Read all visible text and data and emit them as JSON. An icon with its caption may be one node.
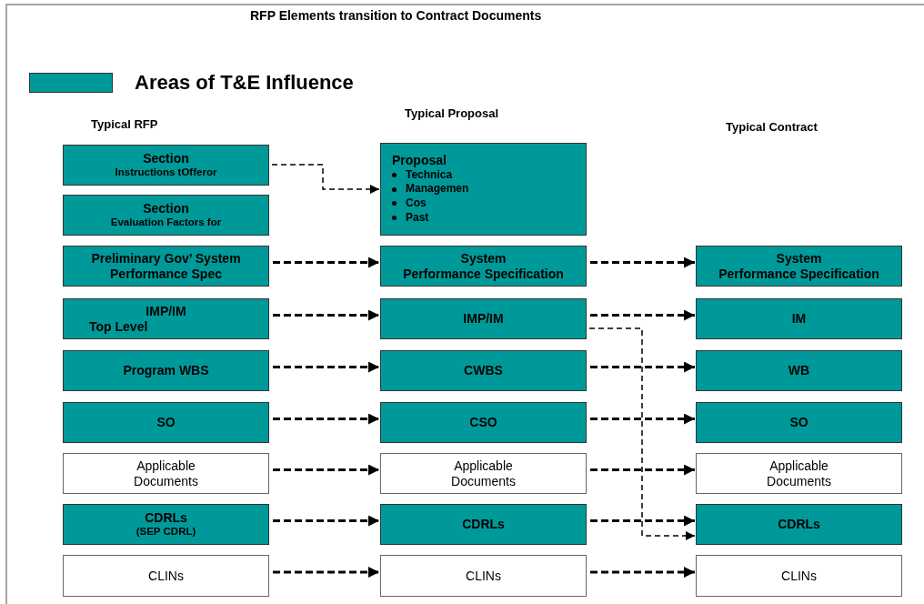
{
  "diagram": {
    "title": "RFP Elements transition to Contract Documents",
    "nodes": [
      {
        "text": [
          "Section",
          "Instructions tOfferor"
        ]
      },
      {
        "text": [
          "Section",
          "Evaluation Factors for"
        ]
      },
      {
        "text": [
          "Preliminary Gov’ System Performance Spec"
        ]
      },
      {
        "text": [
          "IMP/IM",
          "Top Level"
        ]
      },
      {
        "text": [
          "Program WBS"
        ]
      },
      {
        "text": [
          "SO"
        ]
      },
      {
        "text": [
          "Applicable Documents"
        ]
      },
      {
        "text": [
          "CDRLs",
          "(SEP CDRL)"
        ]
      },
      {
        "text": [
          "CLINs"
        ]
      },
      {
        "text": [
          "Proposal",
          "Technica",
          "Managemen",
          "Cos",
          "Past"
        ]
      },
      {
        "text": [
          "System",
          "Performance Specification"
        ]
      },
      {
        "text": [
          "IMP/IM"
        ]
      },
      {
        "text": [
          "CWBS"
        ]
      },
      {
        "text": [
          "CSO"
        ]
      },
      {
        "text": [
          "Applicable Documents"
        ]
      },
      {
        "text": [
          "CDRLs"
        ]
      },
      {
        "text": [
          "CLINs"
        ]
      },
      {
        "text": [
          "System",
          "Performance Specification"
        ]
      },
      {
        "text": [
          "IM"
        ]
      },
      {
        "text": [
          "WB"
        ]
      },
      {
        "text": [
          "SO"
        ]
      },
      {
        "text": [
          "Applicable Documents"
        ]
      },
      {
        "text": [
          "CDRLs"
        ]
      },
      {
        "text": [
          "CLINs"
        ]
      }
    ],
    "edges": [
      {
        "from": 0,
        "to": 9,
        "arrow": "to",
        "style": "dashed"
      },
      {
        "from": 2,
        "to": 10,
        "arrow": "to",
        "style": "dashed"
      },
      {
        "from": 3,
        "to": 11,
        "arrow": "to",
        "style": "dashed"
      },
      {
        "from": 4,
        "to": 12,
        "arrow": "to",
        "style": "dashed"
      },
      {
        "from": 5,
        "to": 13,
        "arrow": "to",
        "style": "dashed"
      },
      {
        "from": 6,
        "to": 14,
        "arrow": "to",
        "style": "dashed"
      },
      {
        "from": 7,
        "to": 15,
        "arrow": "to",
        "style": "dashed"
      },
      {
        "from": 8,
        "to": 16,
        "arrow": "to",
        "style": "dashed"
      },
      {
        "from": 10,
        "to": 17,
        "arrow": "to",
        "style": "dashed"
      },
      {
        "from": 11,
        "to": 18,
        "arrow": "to",
        "style": "dashed"
      },
      {
        "from": 12,
        "to": 19,
        "arrow": "to",
        "style": "dashed"
      },
      {
        "from": 13,
        "to": 20,
        "arrow": "to",
        "style": "dashed"
      },
      {
        "from": 14,
        "to": 21,
        "arrow": "to",
        "style": "dashed"
      },
      {
        "from": 15,
        "to": 22,
        "arrow": "to",
        "style": "dashed"
      },
      {
        "from": 16,
        "to": 23,
        "arrow": "to",
        "style": "dashed"
      },
      {
        "from": 11,
        "to": 22,
        "arrow": "to",
        "style": "dashed"
      }
    ],
    "labels": [
      "Typical RFP",
      "Typical Proposal",
      "Typical Contract"
    ],
    "legend": [
      {
        "text": "Areas of T&E Influence",
        "color": "#009999"
      }
    ]
  }
}
